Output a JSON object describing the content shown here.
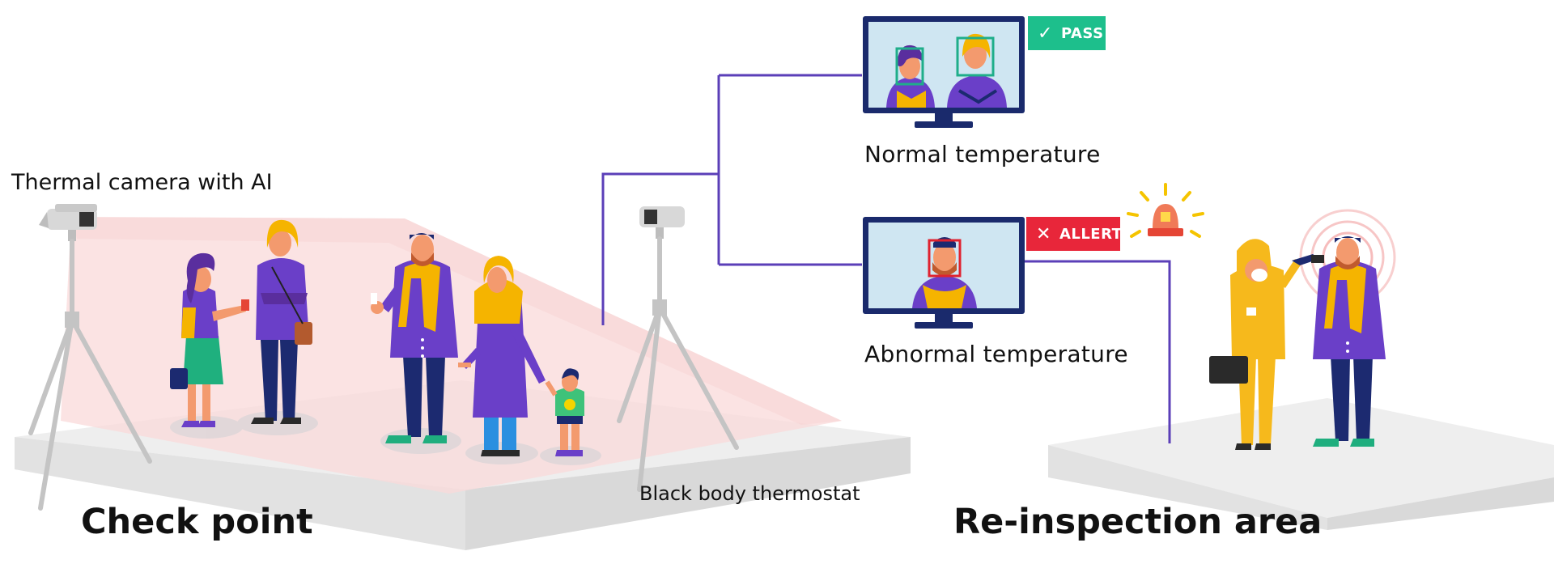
{
  "labels": {
    "thermal_camera": "Thermal camera with AI",
    "check_point": "Check point",
    "black_body": "Black body thermostat",
    "normal_temp": "Normal temperature",
    "abnormal_temp": "Abnormal temperature",
    "reinspection": "Re-inspection area"
  },
  "badges": {
    "pass": {
      "text": "PASS",
      "icon": "check-icon",
      "color": "#1dbf8c"
    },
    "alert": {
      "text": "ALLERT",
      "icon": "x-icon",
      "color": "#e8263a"
    }
  },
  "colors": {
    "connector": "#5b3fb8",
    "monitor_frame": "#1a2a6c",
    "monitor_screen": "#cfe6f2",
    "detect_normal": "#1fae8a",
    "detect_abnormal": "#e0222f",
    "purple": "#6a3fc8",
    "yellow": "#f5b400",
    "navy": "#1c2a70",
    "hazmat": "#f6b91c",
    "alarm_red": "#e54535",
    "zone_pink": "#f9dcdc",
    "platform": "#eeeeee",
    "tripod": "#c4c4c4"
  }
}
